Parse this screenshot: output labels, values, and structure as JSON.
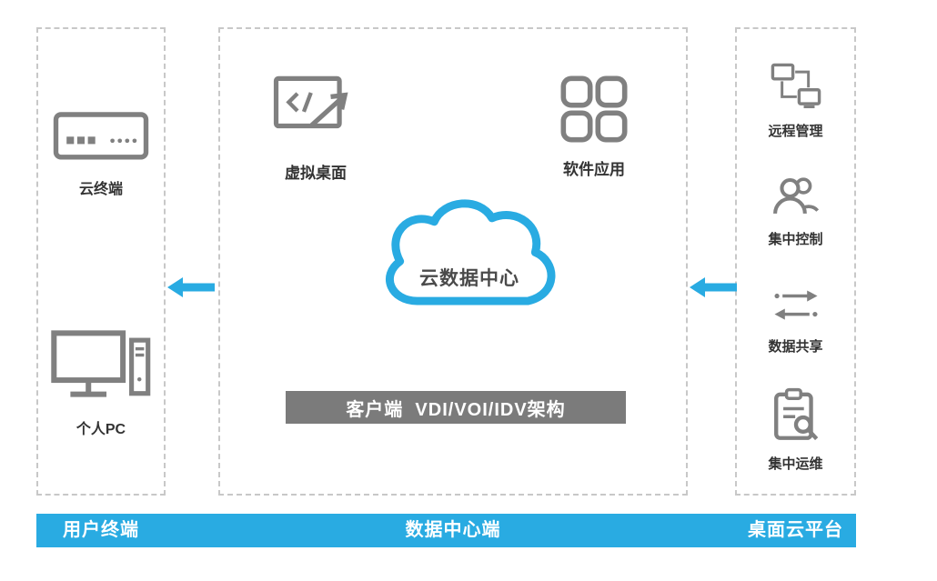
{
  "colors": {
    "accent_blue": "#29ABE2",
    "icon_gray": "#808080",
    "banner_gray": "#7b7b7b",
    "text_dark": "#4a4a4a"
  },
  "left_panel": {
    "items": [
      {
        "label": "云终端",
        "icon": "cloud-terminal-icon"
      },
      {
        "label": "个人PC",
        "icon": "personal-pc-icon"
      }
    ],
    "footer_label": "用户终端"
  },
  "center_panel": {
    "items": [
      {
        "label": "虚拟桌面",
        "icon": "virtual-desktop-icon"
      },
      {
        "label": "软件应用",
        "icon": "software-app-icon"
      }
    ],
    "cloud_label": "云数据中心",
    "banner_label": "客户端  VDI/VOI/IDV架构",
    "footer_label": "数据中心端"
  },
  "right_panel": {
    "items": [
      {
        "label": "远程管理",
        "icon": "remote-management-icon"
      },
      {
        "label": "集中控制",
        "icon": "central-control-icon"
      },
      {
        "label": "数据共享",
        "icon": "data-sharing-icon"
      },
      {
        "label": "集中运维",
        "icon": "central-ops-icon"
      }
    ],
    "footer_label": "桌面云平台"
  }
}
